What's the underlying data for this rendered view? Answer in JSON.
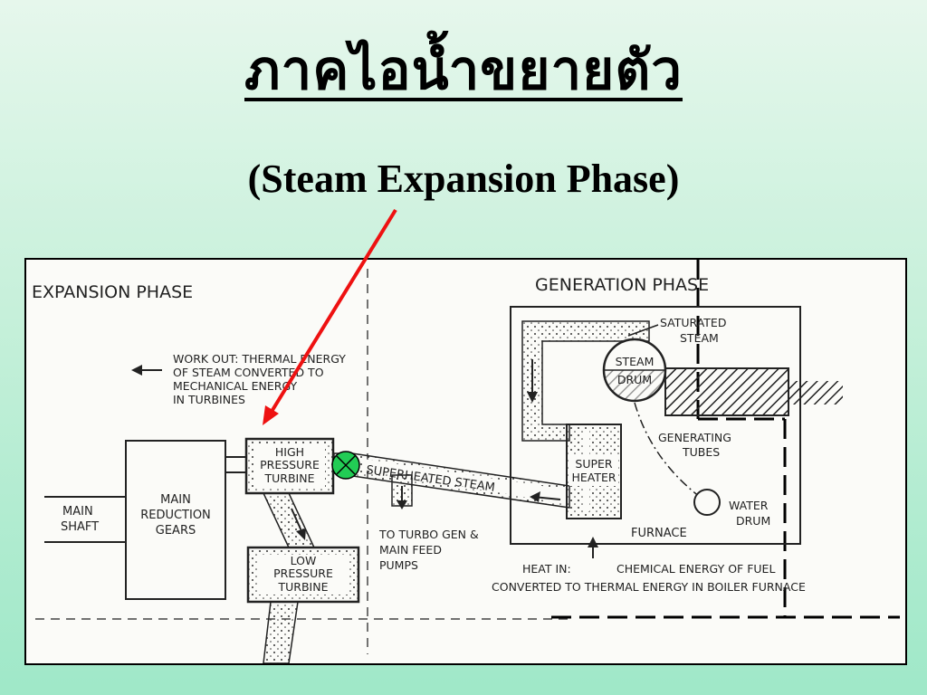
{
  "title": "ภาคไอน้ำขยายตัว",
  "subtitle": "(Steam Expansion Phase)",
  "diagram": {
    "expansion_phase": "EXPANSION PHASE",
    "generation_phase": "GENERATION PHASE",
    "work_out": [
      "WORK OUT: THERMAL ENERGY",
      "OF STEAM CONVERTED TO",
      "MECHANICAL ENERGY",
      "IN TURBINES"
    ],
    "main_shaft": [
      "MAIN",
      "SHAFT"
    ],
    "reduction_gears": [
      "MAIN",
      "REDUCTION",
      "GEARS"
    ],
    "high_pressure_turbine": [
      "HIGH",
      "PRESSURE",
      "TURBINE"
    ],
    "low_pressure_turbine": [
      "LOW",
      "PRESSURE",
      "TURBINE"
    ],
    "superheated_steam": "SUPERHEATED STEAM",
    "turbo_gen": [
      "TO TURBO GEN &",
      "MAIN FEED",
      "PUMPS"
    ],
    "saturated_steam": [
      "SATURATED",
      "STEAM"
    ],
    "steam_drum": [
      "STEAM",
      "DRUM"
    ],
    "super_heater": [
      "SUPER",
      "HEATER"
    ],
    "generating_tubes": [
      "GENERATING",
      "TUBES"
    ],
    "water_drum": [
      "WATER",
      "DRUM"
    ],
    "furnace": "FURNACE",
    "heat_in": [
      "HEAT IN:",
      "CHEMICAL ENERGY OF FUEL",
      "CONVERTED TO THERMAL ENERGY IN BOILER FURNACE"
    ]
  },
  "colors": {
    "arrow": "#ee1111",
    "marker_fill": "#22cc55"
  }
}
